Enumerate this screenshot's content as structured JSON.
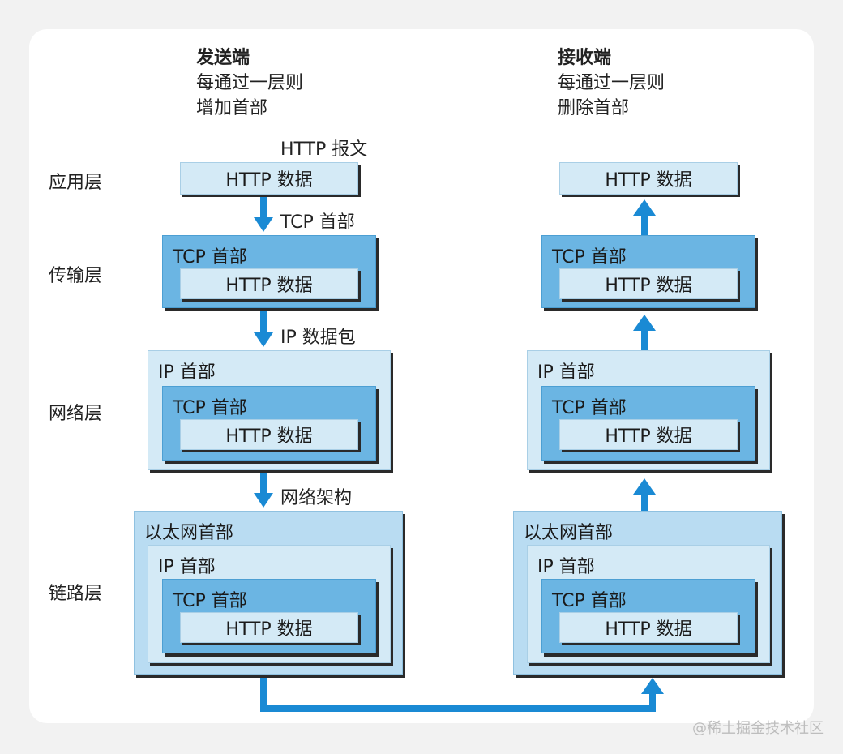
{
  "sender": {
    "title": "发送端",
    "line1": "每通过一层则",
    "line2": "增加首部"
  },
  "receiver": {
    "title": "接收端",
    "line1": "每通过一层则",
    "line2": "删除首部"
  },
  "layers": {
    "application": "应用层",
    "transport": "传输层",
    "network": "网络层",
    "link": "链路层"
  },
  "arrows": {
    "http_msg": "HTTP 报文",
    "tcp": "TCP 首部",
    "ip_packet": "IP 数据包",
    "network_frame": "网络架构"
  },
  "boxes": {
    "http_data": "HTTP 数据",
    "tcp_header": "TCP 首部",
    "ip_header": "IP 首部",
    "eth_header": "以太网首部"
  },
  "watermark": "@稀土掘金技术社区",
  "colors": {
    "arrow": "#1a8ad4",
    "light": "#d4eaf6",
    "mid": "#b9dcf2",
    "dark": "#6bb5e3"
  }
}
